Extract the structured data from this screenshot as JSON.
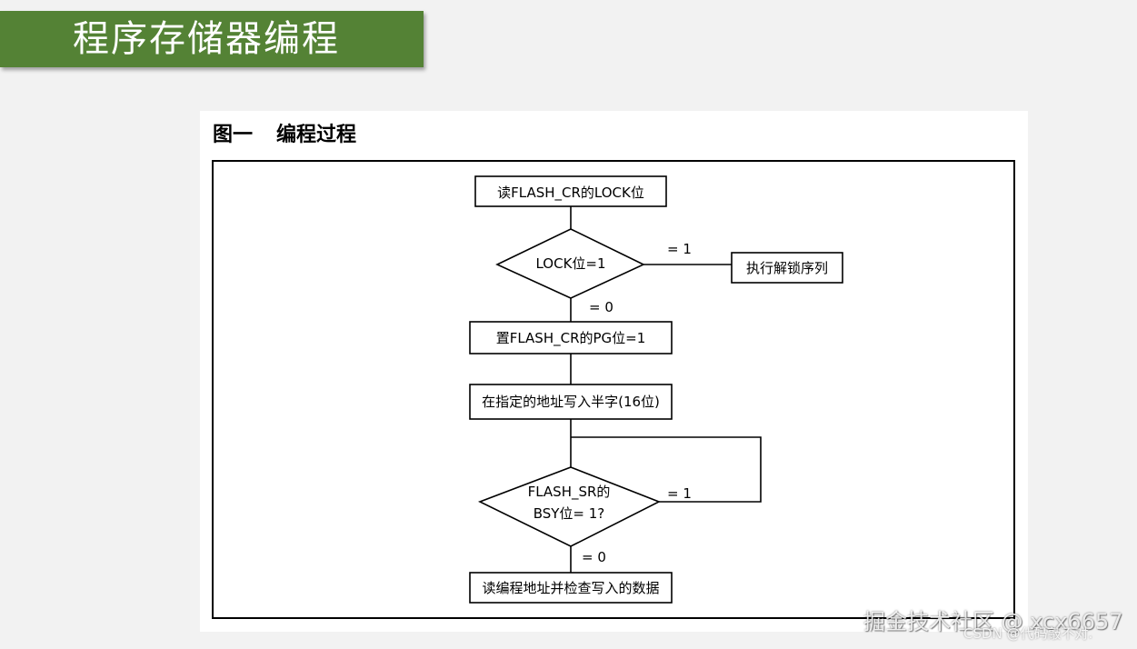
{
  "slide": {
    "title": "程序存储器编程",
    "accent_color": "#548235"
  },
  "figure": {
    "caption_label": "图一",
    "caption_title": "编程过程"
  },
  "flowchart": {
    "step_read_lock": "读FLASH_CR的LOCK位",
    "decision_lock": "LOCK位=1",
    "branch_lock_eq1": "= 1",
    "step_unlock": "执行解锁序列",
    "branch_lock_eq0": "= 0",
    "step_set_pg": "置FLASH_CR的PG位=1",
    "step_write": "在指定的地址写入半字(16位)",
    "decision_bsy_line1": "FLASH_SR的",
    "decision_bsy_line2": "BSY位= 1?",
    "branch_bsy_eq1": "= 1",
    "branch_bsy_eq0": "= 0",
    "step_verify": "读编程地址并检查写入的数据"
  },
  "watermarks": {
    "main": "掘金技术社区 @ xcx6657",
    "sub": "CSDN @代码敲不对."
  }
}
